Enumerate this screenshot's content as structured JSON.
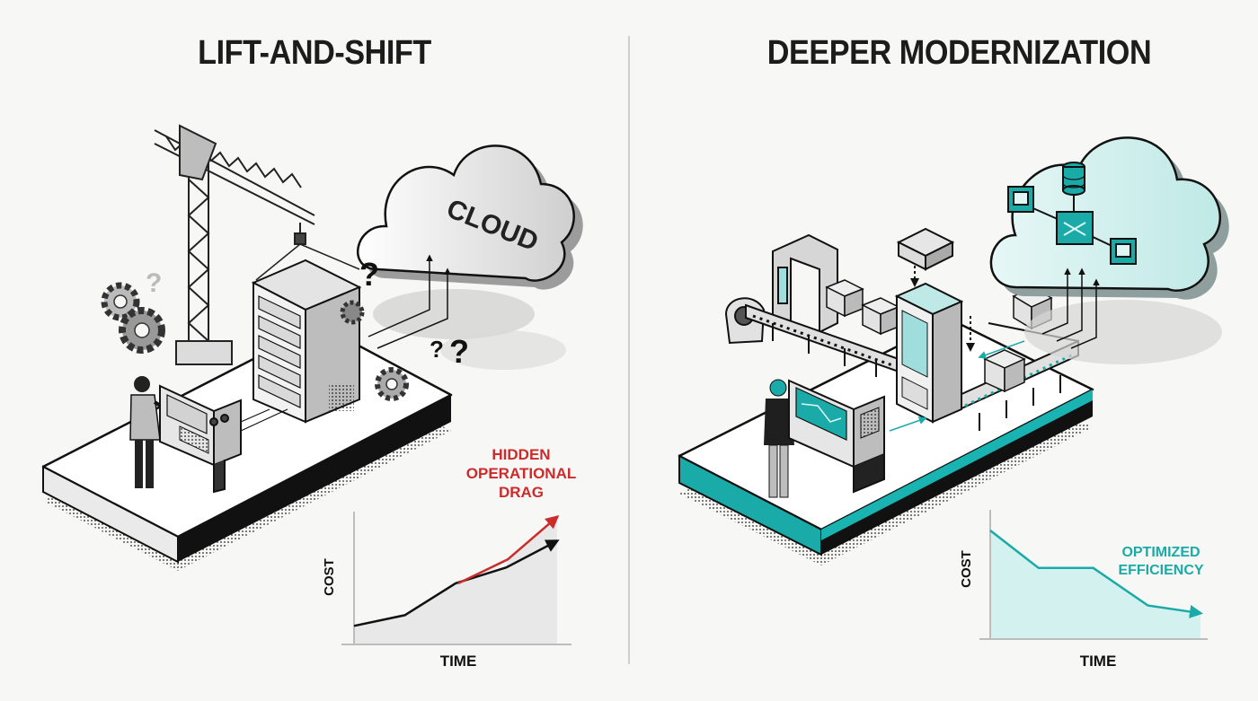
{
  "left_panel": {
    "title": "LIFT-AND-SHIFT",
    "cloud_label": "CLOUD",
    "question_mark": "?",
    "chart_annotation_line1": "HIDDEN",
    "chart_annotation_line2": "OPERATIONAL",
    "chart_annotation_line3": "DRAG",
    "chart_annotation_color": "#cc2b2b"
  },
  "right_panel": {
    "title": "DEEPER MODERNIZATION",
    "chart_annotation_line1": "OPTIMIZED",
    "chart_annotation_line2": "EFFICIENCY",
    "accent_color": "#1aaaa8"
  },
  "chart_data": [
    {
      "type": "line",
      "xlabel": "TIME",
      "ylabel": "COST",
      "series": [
        {
          "values": [
            0.14,
            0.22,
            0.46,
            0.58,
            0.78
          ]
        },
        {
          "values": [
            0.46,
            0.64,
            0.96
          ]
        }
      ]
    },
    {
      "type": "area",
      "xlabel": "TIME",
      "ylabel": "COST",
      "series": [
        {
          "values": [
            0.84,
            0.55,
            0.55,
            0.26,
            0.2
          ]
        }
      ]
    }
  ]
}
